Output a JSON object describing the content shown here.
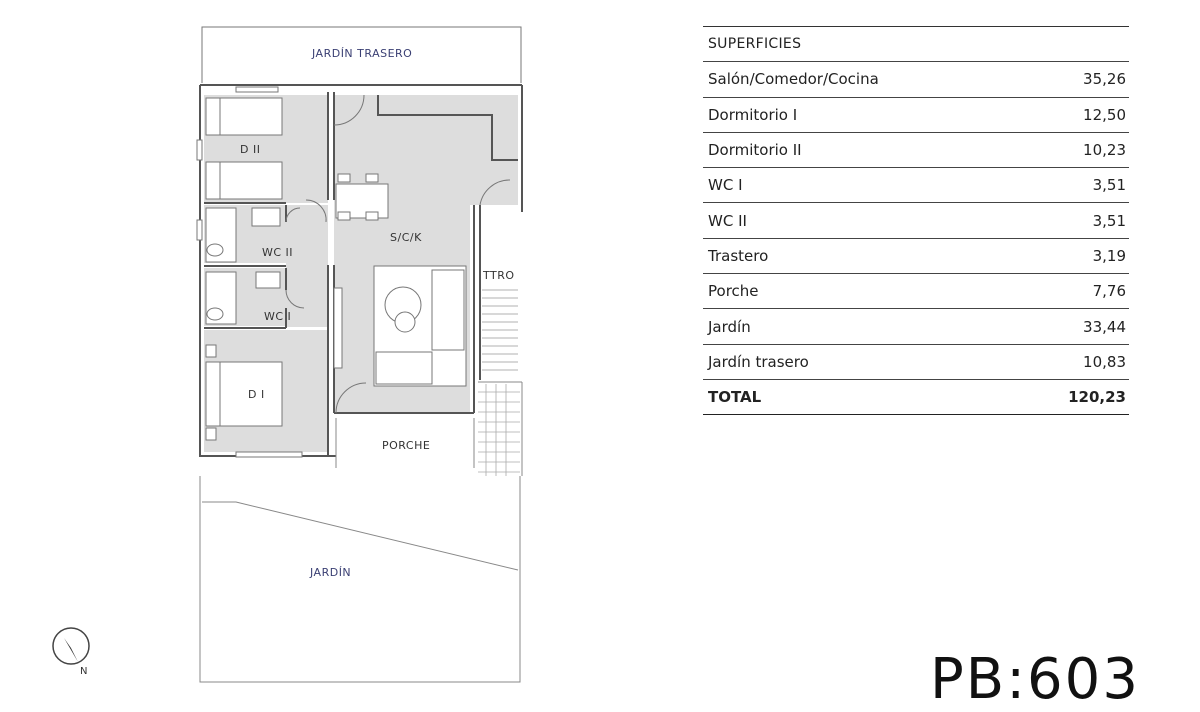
{
  "plan": {
    "labels": {
      "jardin_trasero": "JARDÍN TRASERO",
      "d2": "D II",
      "d1": "D I",
      "wc2": "WC II",
      "wc1": "WC I",
      "sck": "S/C/K",
      "ttro": "TTRO",
      "porche": "PORCHE",
      "jardin": "JARDÍN"
    },
    "compass_letter": "N",
    "colors": {
      "interior": "#dddddd",
      "walls": "#555555",
      "garden_label": "#3a3f73"
    }
  },
  "table": {
    "header": "SUPERFICIES",
    "rows": [
      {
        "label": "Salón/Comedor/Cocina",
        "value": "35,26"
      },
      {
        "label": "Dormitorio I",
        "value": "12,50"
      },
      {
        "label": "Dormitorio II",
        "value": "10,23"
      },
      {
        "label": "WC I",
        "value": "3,51"
      },
      {
        "label": "WC II",
        "value": "3,51"
      },
      {
        "label": "Trastero",
        "value": "3,19"
      },
      {
        "label": "Porche",
        "value": "7,76"
      },
      {
        "label": "Jardín",
        "value": "33,44"
      },
      {
        "label": "Jardín trasero",
        "value": "10,83"
      }
    ],
    "total_label": "TOTAL",
    "total_value": "120,23"
  },
  "plan_code": "PB:603"
}
